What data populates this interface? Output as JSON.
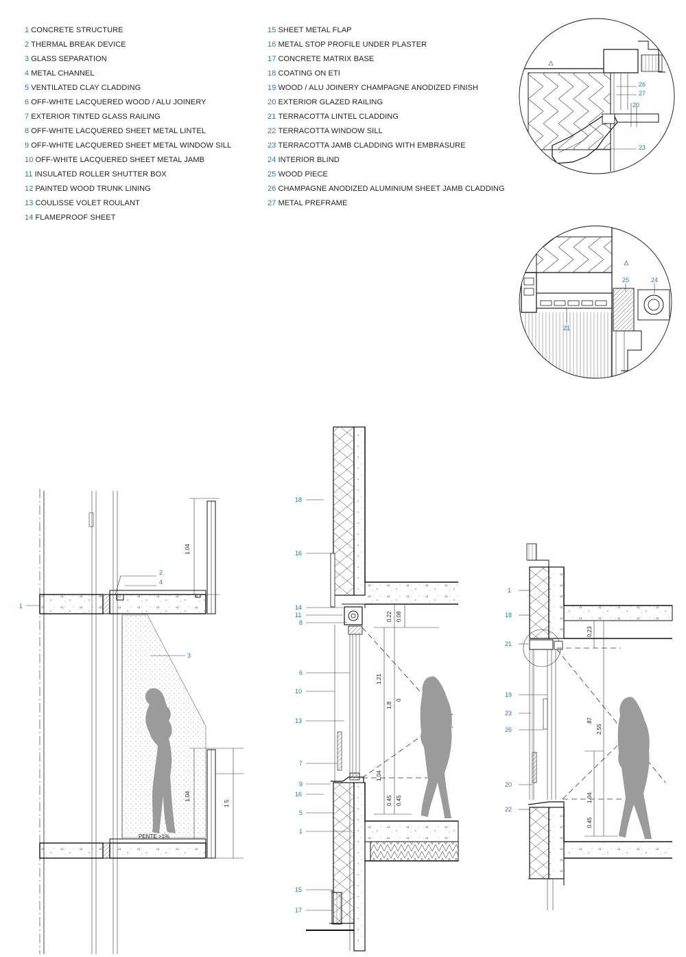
{
  "legend": {
    "left": [
      {
        "n": "1",
        "t": "CONCRETE STRUCTURE"
      },
      {
        "n": "2",
        "t": "THERMAL BREAK DEVICE"
      },
      {
        "n": "3",
        "t": "GLASS SEPARATION"
      },
      {
        "n": "4",
        "t": "METAL CHANNEL"
      },
      {
        "n": "5",
        "t": "VENTILATED CLAY CLADDING"
      },
      {
        "n": "6",
        "t": "OFF-WHITE LACQUERED WOOD / ALU JOINERY"
      },
      {
        "n": "7",
        "t": "EXTERIOR TINTED GLASS RAILING"
      },
      {
        "n": "8",
        "t": "OFF-WHITE LACQUERED SHEET METAL LINTEL"
      },
      {
        "n": "9",
        "t": "OFF-WHITE LACQUERED SHEET METAL WINDOW SILL"
      },
      {
        "n": "10",
        "t": "OFF-WHITE LACQUERED SHEET METAL JAMB"
      },
      {
        "n": "11",
        "t": "INSULATED ROLLER SHUTTER BOX"
      },
      {
        "n": "12",
        "t": "PAINTED WOOD TRUNK LINING"
      },
      {
        "n": "13",
        "t": "COULISSE VOLET ROULANT"
      },
      {
        "n": "14",
        "t": "FLAMEPROOF SHEET"
      }
    ],
    "right": [
      {
        "n": "15",
        "t": "SHEET METAL FLAP"
      },
      {
        "n": "16",
        "t": "METAL STOP PROFILE UNDER PLASTER"
      },
      {
        "n": "17",
        "t": "CONCRETE MATRIX BASE"
      },
      {
        "n": "18",
        "t": "COATING ON ETI"
      },
      {
        "n": "19",
        "t": "WOOD / ALU JOINERY CHAMPAGNE ANODIZED FINISH"
      },
      {
        "n": "20",
        "t": "EXTERIOR GLAZED RAILING"
      },
      {
        "n": "21",
        "t": "TERRACOTTA LINTEL CLADDING"
      },
      {
        "n": "22",
        "t": "TERRACOTTA WINDOW SILL"
      },
      {
        "n": "23",
        "t": "TERRACOTTA JAMB CLADDING WITH EMBRASURE"
      },
      {
        "n": "24",
        "t": "INTERIOR BLIND"
      },
      {
        "n": "25",
        "t": "WOOD PIECE"
      },
      {
        "n": "26",
        "t": "CHAMPAGNE ANODIZED ALUMINIUM SHEET JAMB CLADDING"
      },
      {
        "n": "27",
        "t": "METAL PREFRAME"
      }
    ]
  },
  "detail_top": {
    "labels": [
      "26",
      "27",
      "20",
      "23"
    ]
  },
  "detail_mid": {
    "labels": [
      "25",
      "24",
      "21"
    ]
  },
  "section_a": {
    "labels": [
      "1",
      "2",
      "4",
      "3"
    ],
    "dims": [
      "1.04",
      "1.04",
      "1 5"
    ],
    "slope_note": "PENTE >1%"
  },
  "section_b": {
    "labels": [
      "18",
      "16",
      "14",
      "11",
      "8",
      "6",
      "10",
      "13",
      "7",
      "9",
      "16",
      "5",
      "1",
      "15",
      "17"
    ],
    "dims": [
      "0.22",
      "0.08",
      "1.21",
      "1.8",
      "0",
      "1.04",
      "0.45",
      "0.45"
    ]
  },
  "section_c": {
    "labels": [
      "1",
      "18",
      "21",
      "19",
      "23",
      "26",
      "20",
      "22"
    ],
    "dims": [
      "0.23",
      ".87",
      "2.55",
      "1.04",
      "0.45"
    ]
  }
}
